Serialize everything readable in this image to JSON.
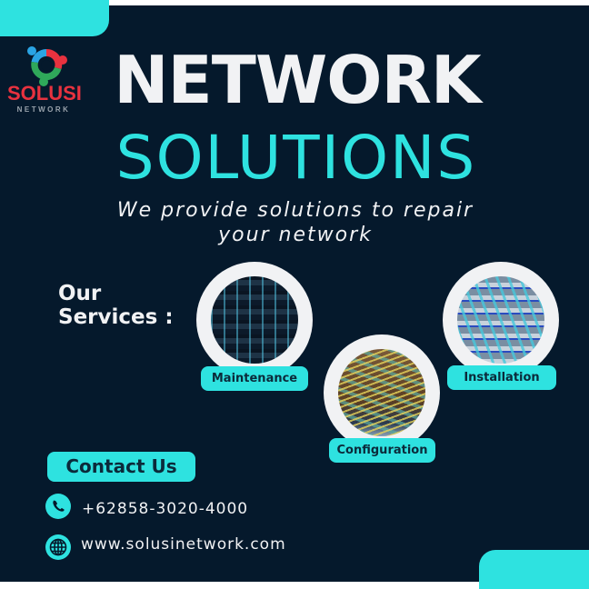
{
  "brand": {
    "name": "SOLUSI",
    "subname": "NETWORK",
    "colors": {
      "red": "#e8323f",
      "blue": "#2aa4e4",
      "green": "#2fa85a",
      "gray": "#9aa3ac"
    }
  },
  "headline": {
    "line1": "NETWORK",
    "line2": "SOLUTIONS"
  },
  "tagline": {
    "line1": "We provide solutions to repair",
    "line2": "your network"
  },
  "services": {
    "label_line1": "Our",
    "label_line2": "Services :",
    "items": [
      {
        "label": "Maintenance",
        "image": "server-rack-cables"
      },
      {
        "label": "Configuration",
        "image": "patch-panel-fiber-yellow"
      },
      {
        "label": "Installation",
        "image": "fiber-optic-cables"
      }
    ]
  },
  "contact": {
    "button_label": "Contact Us",
    "phone": "+62858-3020-4000",
    "phone_icon": "phone-icon",
    "website": "www.solusinetwork.com",
    "website_icon": "globe-icon"
  },
  "colors": {
    "background": "#05192c",
    "accent": "#2ee2e0",
    "text": "#f1f2f4"
  }
}
